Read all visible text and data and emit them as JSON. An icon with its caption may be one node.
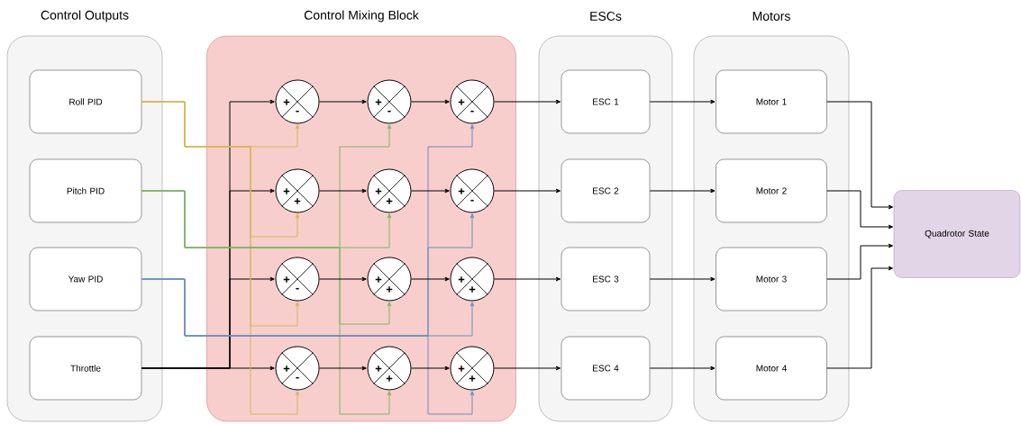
{
  "diagram": {
    "nodes": [
      {
        "text": [
          "Control Outputs"
        ]
      },
      {
        "text": [
          "Roll PID"
        ],
        "in": 0
      },
      {
        "text": [
          "Pitch PID"
        ],
        "in": 0
      },
      {
        "text": [
          "Yaw PID"
        ],
        "in": 0
      },
      {
        "text": [
          "Throttle"
        ],
        "in": 0
      },
      {
        "text": [
          "Control Mixing Block"
        ]
      },
      {
        "text": [
          "+",
          "-"
        ],
        "in": 5
      },
      {
        "text": [
          "+",
          "-"
        ],
        "in": 5
      },
      {
        "text": [
          "+",
          "-"
        ],
        "in": 5
      },
      {
        "text": [
          "+",
          "+"
        ],
        "in": 5
      },
      {
        "text": [
          "+",
          "+"
        ],
        "in": 5
      },
      {
        "text": [
          "+",
          "-"
        ],
        "in": 5
      },
      {
        "text": [
          "+",
          "-"
        ],
        "in": 5
      },
      {
        "text": [
          "+",
          "+"
        ],
        "in": 5
      },
      {
        "text": [
          "+",
          "+"
        ],
        "in": 5
      },
      {
        "text": [
          "+",
          "-"
        ],
        "in": 5
      },
      {
        "text": [
          "+",
          "+"
        ],
        "in": 5
      },
      {
        "text": [
          "+",
          "+"
        ],
        "in": 5
      },
      {
        "text": [
          "ESCs"
        ]
      },
      {
        "text": [
          "ESC 1"
        ],
        "in": 18
      },
      {
        "text": [
          "ESC 2"
        ],
        "in": 18
      },
      {
        "text": [
          "ESC 3"
        ],
        "in": 18
      },
      {
        "text": [
          "ESC 4"
        ],
        "in": 18
      },
      {
        "text": [
          "Motors"
        ]
      },
      {
        "text": [
          "Motor 1"
        ],
        "in": 23
      },
      {
        "text": [
          "Motor 2"
        ],
        "in": 23
      },
      {
        "text": [
          "Motor 3"
        ],
        "in": 23
      },
      {
        "text": [
          "Motor 4"
        ],
        "in": 23
      },
      {
        "text": [
          "Quadrotor State"
        ]
      }
    ],
    "edges": [
      {
        "from": 4,
        "to": 6,
        "arrow": "to"
      },
      {
        "from": 4,
        "to": 9,
        "arrow": "to"
      },
      {
        "from": 4,
        "to": 12,
        "arrow": "to"
      },
      {
        "from": 4,
        "to": 15,
        "arrow": "to"
      },
      {
        "from": 1,
        "to": 6,
        "arrow": "to",
        "color": "#d6b656"
      },
      {
        "from": 1,
        "to": 9,
        "arrow": "to",
        "color": "#d6b656"
      },
      {
        "from": 1,
        "to": 12,
        "arrow": "to",
        "color": "#d6b656"
      },
      {
        "from": 1,
        "to": 15,
        "arrow": "to",
        "color": "#d6b656"
      },
      {
        "from": 2,
        "to": 7,
        "arrow": "to",
        "color": "#82b366"
      },
      {
        "from": 2,
        "to": 10,
        "arrow": "to",
        "color": "#82b366"
      },
      {
        "from": 2,
        "to": 13,
        "arrow": "to",
        "color": "#82b366"
      },
      {
        "from": 2,
        "to": 16,
        "arrow": "to",
        "color": "#82b366"
      },
      {
        "from": 3,
        "to": 8,
        "arrow": "to",
        "color": "#6c8ebf"
      },
      {
        "from": 3,
        "to": 11,
        "arrow": "to",
        "color": "#6c8ebf"
      },
      {
        "from": 3,
        "to": 14,
        "arrow": "to",
        "color": "#6c8ebf"
      },
      {
        "from": 3,
        "to": 17,
        "arrow": "to",
        "color": "#6c8ebf"
      },
      {
        "from": 6,
        "to": 7,
        "arrow": "to"
      },
      {
        "from": 7,
        "to": 8,
        "arrow": "to"
      },
      {
        "from": 9,
        "to": 10,
        "arrow": "to"
      },
      {
        "from": 10,
        "to": 11,
        "arrow": "to"
      },
      {
        "from": 12,
        "to": 13,
        "arrow": "to"
      },
      {
        "from": 13,
        "to": 14,
        "arrow": "to"
      },
      {
        "from": 15,
        "to": 16,
        "arrow": "to"
      },
      {
        "from": 16,
        "to": 17,
        "arrow": "to"
      },
      {
        "from": 8,
        "to": 19,
        "arrow": "to"
      },
      {
        "from": 11,
        "to": 20,
        "arrow": "to"
      },
      {
        "from": 14,
        "to": 21,
        "arrow": "to"
      },
      {
        "from": 17,
        "to": 22,
        "arrow": "to"
      },
      {
        "from": 19,
        "to": 24,
        "arrow": "to"
      },
      {
        "from": 20,
        "to": 25,
        "arrow": "to"
      },
      {
        "from": 21,
        "to": 26,
        "arrow": "to"
      },
      {
        "from": 22,
        "to": 27,
        "arrow": "to"
      },
      {
        "from": 24,
        "to": 28,
        "arrow": "to"
      },
      {
        "from": 25,
        "to": 28,
        "arrow": "to"
      },
      {
        "from": 26,
        "to": 28,
        "arrow": "to"
      },
      {
        "from": 27,
        "to": 28,
        "arrow": "to"
      }
    ]
  }
}
